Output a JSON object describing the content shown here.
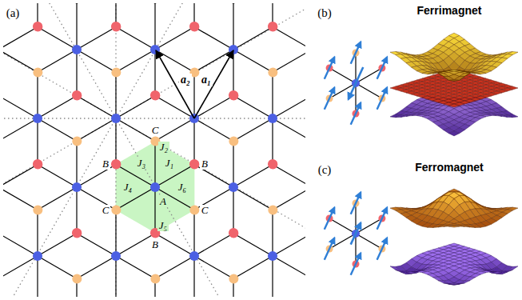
{
  "diagram": {
    "labels": [
      "(a)",
      "a₂",
      "a₁",
      "C",
      "B",
      "J₂",
      "J₃",
      "J₁",
      "B",
      "J₄",
      "A",
      "J₆",
      "C",
      "C",
      "J₅",
      "B",
      "(b)",
      "Ferrimagnet",
      "(c)",
      "Ferromagnet"
    ]
  }
}
